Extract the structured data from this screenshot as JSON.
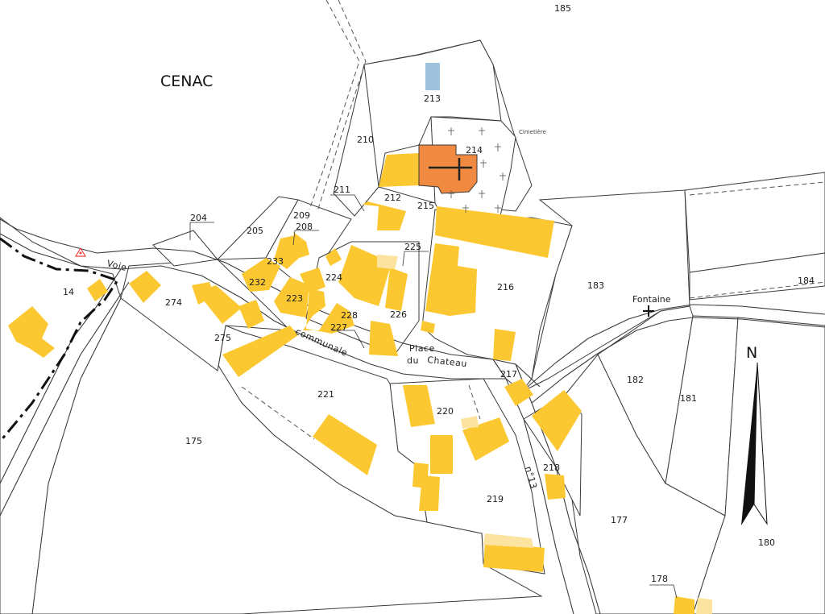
{
  "map": {
    "town_name": "CENAC",
    "cemetery_label": "Cimetière",
    "fountain_label": "Fontaine",
    "north_label": "N",
    "street_labels": {
      "voie": "Voie",
      "communale": "communale",
      "place": "Place",
      "du": "du",
      "chateau": "Chateau",
      "route": "n°13"
    },
    "parcels": [
      "185",
      "213",
      "210",
      "214",
      "211",
      "212",
      "215",
      "204",
      "205",
      "209",
      "208",
      "225",
      "233",
      "224",
      "232",
      "223",
      "216",
      "183",
      "184",
      "14",
      "274",
      "228",
      "226",
      "227",
      "275",
      "182",
      "181",
      "221",
      "220",
      "217",
      "175",
      "218",
      "219",
      "177",
      "180",
      "178"
    ],
    "colors": {
      "building": "#fcc832",
      "building_light": "#fde3a0",
      "church": "#f08a40",
      "water": "#9fc3dc"
    },
    "icons": [
      "triangulation-point-icon",
      "fountain-cross-icon",
      "church-cross-icon",
      "grave-cross-icon",
      "north-arrow-icon"
    ]
  }
}
